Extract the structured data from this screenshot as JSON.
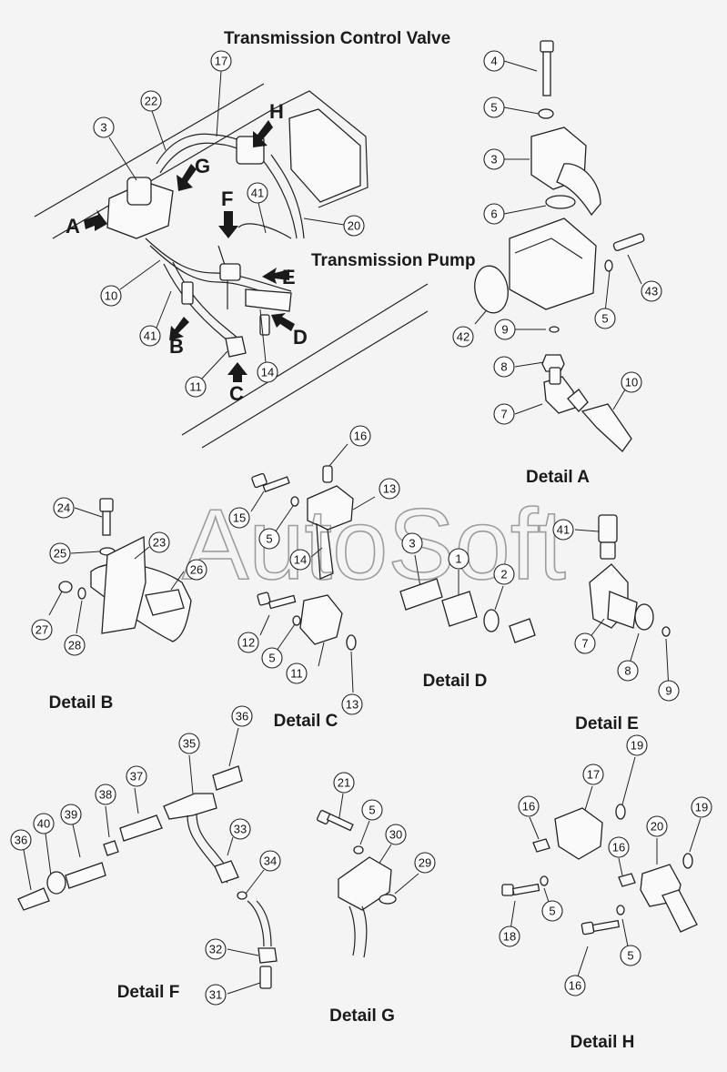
{
  "headings": {
    "control_valve": "Transmission Control Valve",
    "pump": "Transmission Pump"
  },
  "details": {
    "a": "Detail A",
    "b": "Detail B",
    "c": "Detail C",
    "d": "Detail D",
    "e": "Detail E",
    "f": "Detail F",
    "g": "Detail G",
    "h": "Detail H"
  },
  "letters": {
    "a": "A",
    "b": "B",
    "c": "C",
    "d": "D",
    "e": "E",
    "f": "F",
    "g": "G",
    "h": "H"
  },
  "watermark": "AutoSoft",
  "callouts": {
    "c17": "17",
    "c22": "22",
    "c3": "3",
    "c41": "41",
    "c20": "20",
    "c10": "10",
    "c41b": "41",
    "c14": "14",
    "c11": "11",
    "a4": "4",
    "a5": "5",
    "a3": "3",
    "a6": "6",
    "a43": "43",
    "a5b": "5",
    "a42": "42",
    "a9": "9",
    "a8": "8",
    "a7": "7",
    "a10": "10",
    "b24": "24",
    "b25": "25",
    "b23": "23",
    "b26": "26",
    "b27": "27",
    "b28": "28",
    "c16": "16",
    "c15": "15",
    "c5": "5",
    "c13": "13",
    "c14b": "14",
    "c12": "12",
    "c5b": "5",
    "c11b": "11",
    "c13b": "13",
    "d3": "3",
    "d1": "1",
    "d2": "2",
    "e41": "41",
    "e7": "7",
    "e8": "8",
    "e9": "9",
    "f36": "36",
    "f35": "35",
    "f37": "37",
    "f38": "38",
    "f40": "40",
    "f39": "39",
    "f36b": "36",
    "f33": "33",
    "f34": "34",
    "f32": "32",
    "f31": "31",
    "g21": "21",
    "g5": "5",
    "g30": "30",
    "g29": "29",
    "h19": "19",
    "h17": "17",
    "h16": "16",
    "h20": "20",
    "h19b": "19",
    "h16b": "16",
    "h18": "18",
    "h5": "5",
    "h5b": "5",
    "h16c": "16"
  }
}
